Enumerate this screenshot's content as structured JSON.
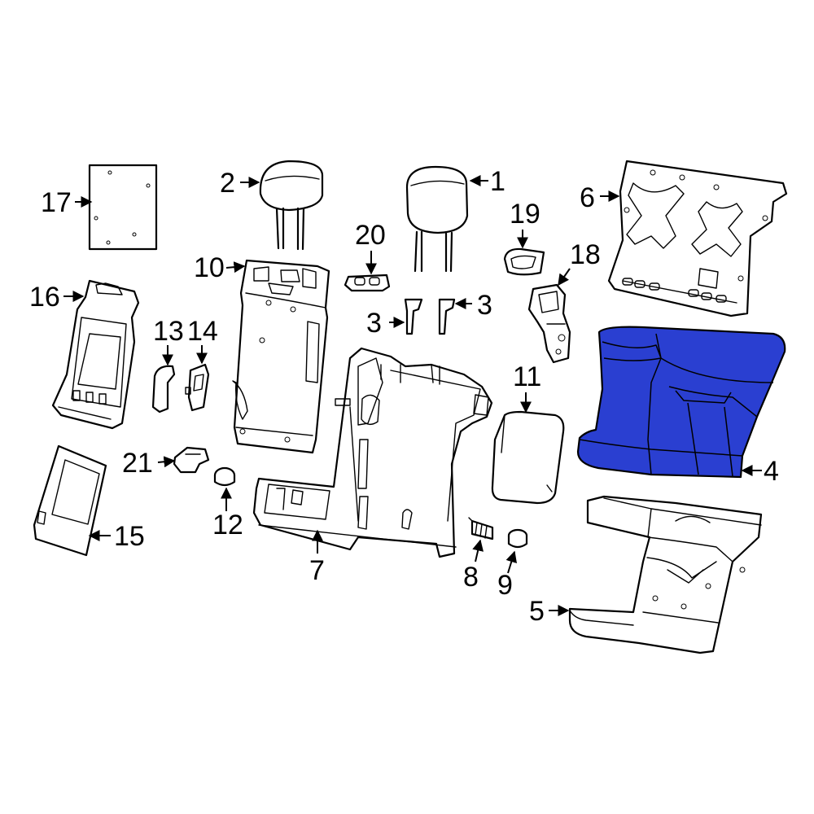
{
  "callouts": {
    "c1": "1",
    "c2": "2",
    "c3a": "3",
    "c3b": "3",
    "c4": "4",
    "c5": "5",
    "c6": "6",
    "c7": "7",
    "c8": "8",
    "c9": "9",
    "c10": "10",
    "c11": "11",
    "c12": "12",
    "c13": "13",
    "c14": "14",
    "c15": "15",
    "c16": "16",
    "c17": "17",
    "c18": "18",
    "c19": "19",
    "c20": "20",
    "c21": "21"
  },
  "colors": {
    "highlight": "#2a3fd1",
    "line": "#000000",
    "background": "#ffffff"
  },
  "highlighted_part": "4"
}
